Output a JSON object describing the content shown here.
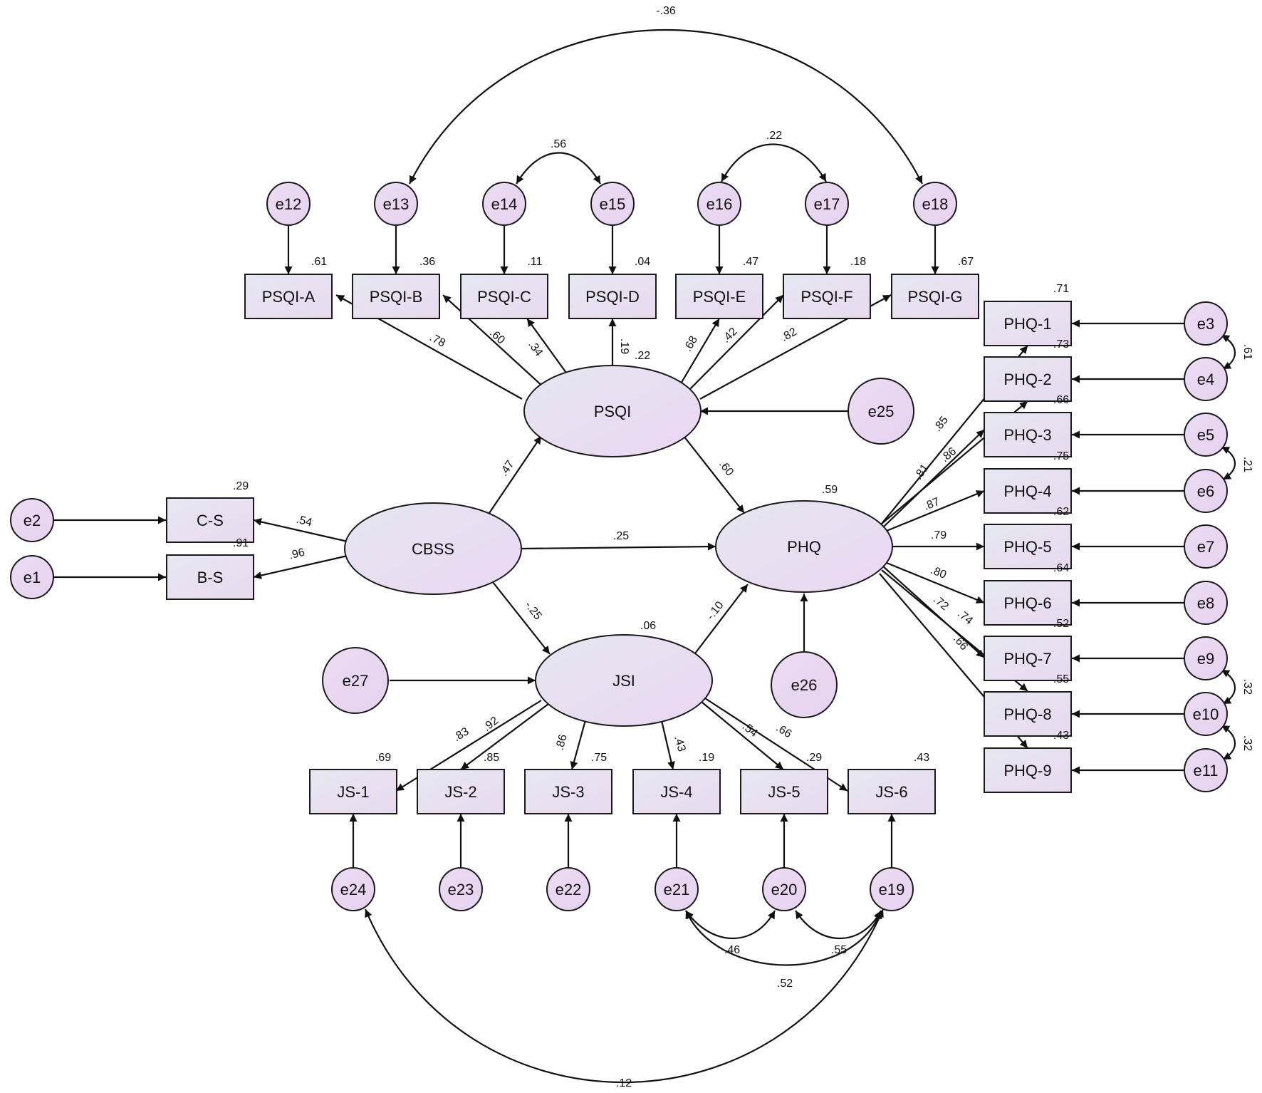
{
  "nodes": {
    "PSQI": "PSQI",
    "CBSS": "CBSS",
    "PHQ": "PHQ",
    "JSI": "JSI",
    "PSQI-A": "PSQI-A",
    "PSQI-B": "PSQI-B",
    "PSQI-C": "PSQI-C",
    "PSQI-D": "PSQI-D",
    "PSQI-E": "PSQI-E",
    "PSQI-F": "PSQI-F",
    "PSQI-G": "PSQI-G",
    "C-S": "C-S",
    "B-S": "B-S",
    "PHQ-1": "PHQ-1",
    "PHQ-2": "PHQ-2",
    "PHQ-3": "PHQ-3",
    "PHQ-4": "PHQ-4",
    "PHQ-5": "PHQ-5",
    "PHQ-6": "PHQ-6",
    "PHQ-7": "PHQ-7",
    "PHQ-8": "PHQ-8",
    "PHQ-9": "PHQ-9",
    "JS-1": "JS-1",
    "JS-2": "JS-2",
    "JS-3": "JS-3",
    "JS-4": "JS-4",
    "JS-5": "JS-5",
    "JS-6": "JS-6",
    "e1": "e1",
    "e2": "e2",
    "e3": "e3",
    "e4": "e4",
    "e5": "e5",
    "e6": "e6",
    "e7": "e7",
    "e8": "e8",
    "e9": "e9",
    "e10": "e10",
    "e11": "e11",
    "e12": "e12",
    "e13": "e13",
    "e14": "e14",
    "e15": "e15",
    "e16": "e16",
    "e17": "e17",
    "e18": "e18",
    "e19": "e19",
    "e20": "e20",
    "e21": "e21",
    "e22": "e22",
    "e23": "e23",
    "e24": "e24",
    "e25": "e25",
    "e26": "e26",
    "e27": "e27"
  },
  "r2": {
    "PSQI-A": ".61",
    "PSQI-B": ".36",
    "PSQI-C": ".11",
    "PSQI-D": ".04",
    "PSQI-E": ".47",
    "PSQI-F": ".18",
    "PSQI-G": ".67",
    "PSQI": ".22",
    "C-S": ".29",
    "B-S": ".91",
    "PHQ": ".59",
    "JSI": ".06",
    "PHQ-1": ".71",
    "PHQ-2": ".73",
    "PHQ-3": ".66",
    "PHQ-4": ".75",
    "PHQ-5": ".62",
    "PHQ-6": ".64",
    "PHQ-7": ".52",
    "PHQ-8": ".55",
    "PHQ-9": ".43",
    "JS-1": ".69",
    "JS-2": ".85",
    "JS-3": ".75",
    "JS-4": ".19",
    "JS-5": ".29",
    "JS-6": ".43"
  },
  "paths": {
    "psqi_a": ".78",
    "psqi_b": ".60",
    "psqi_c": ".34",
    "psqi_d": ".19",
    "psqi_e": ".68",
    "psqi_f": ".42",
    "psqi_g": ".82",
    "cbss_psqi": ".47",
    "psqi_phq": ".60",
    "cbss_phq": ".25",
    "cbss_jsi": "-.25",
    "jsi_phq": "-.10",
    "cbss_cs": ".54",
    "cbss_bs": ".96",
    "phq_1": ".85",
    "phq_2": ".81",
    "phq_3": ".86",
    "phq_4": ".87",
    "phq_5": ".79",
    "phq_6": ".80",
    "phq_7": ".72",
    "phq_8": ".74",
    "phq_9": ".66",
    "jsi_1": ".83",
    "jsi_2": ".92",
    "jsi_3": ".86",
    "jsi_4": ".43",
    "jsi_5": ".54",
    "jsi_6": ".66"
  },
  "covariances": {
    "e13_e18": "-.36",
    "e14_e15": ".56",
    "e16_e17": ".22",
    "e3_e4": ".61",
    "e5_e6": ".21",
    "e9_e10": ".32",
    "e10_e11": ".32",
    "e21_e20": ".46",
    "e20_e19": ".55",
    "e21_e19": ".52",
    "e24_e19": ".12"
  }
}
